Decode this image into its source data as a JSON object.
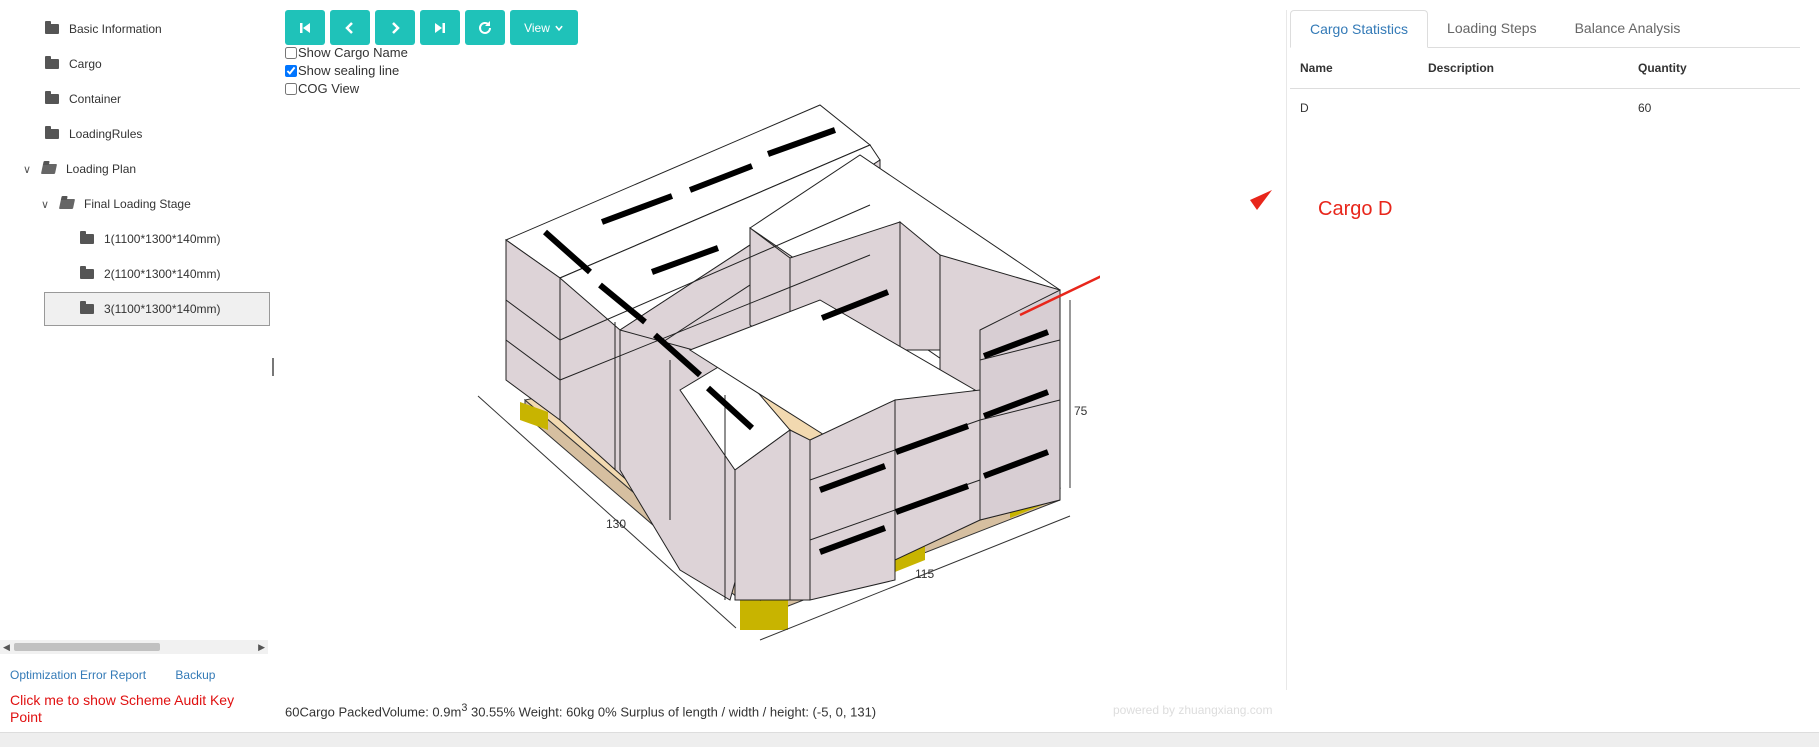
{
  "tree": {
    "items": [
      {
        "label": "Basic Information"
      },
      {
        "label": "Cargo"
      },
      {
        "label": "Container"
      },
      {
        "label": "LoadingRules"
      },
      {
        "label": "Loading Plan"
      },
      {
        "label": "Final Loading Stage"
      },
      {
        "label": "1(1100*1300*140mm)"
      },
      {
        "label": "2(1100*1300*140mm)"
      },
      {
        "label": "3(1100*1300*140mm)"
      }
    ]
  },
  "footer_links": {
    "error_report": "Optimization Error Report",
    "backup": "Backup"
  },
  "audit_link": "Click me to show Scheme Audit Key Point",
  "toolbar": {
    "view_label": "View"
  },
  "options": {
    "show_cargo_name": "Show Cargo Name",
    "show_sealing_line": "Show sealing line",
    "cog_view": "COG View"
  },
  "dimensions": {
    "length": "130",
    "width": "115",
    "height": "75"
  },
  "status": {
    "prefix": "60Cargo PackedVolume: 0.9m",
    "sup": "3",
    "rest": " 30.55% Weight: 60kg 0% Surplus of length / width / height: (-5, 0, 131)"
  },
  "powered_by": "powered by zhuangxiang.com",
  "tabs": [
    {
      "label": "Cargo Statistics"
    },
    {
      "label": "Loading Steps"
    },
    {
      "label": "Balance Analysis"
    }
  ],
  "table": {
    "headers": {
      "name": "Name",
      "description": "Description",
      "quantity": "Quantity"
    },
    "rows": [
      {
        "name": "D",
        "description": "",
        "quantity": "60"
      }
    ]
  },
  "annotation": "Cargo D",
  "colors": {
    "accent": "#1fc2b9",
    "link": "#337ab7",
    "annotation": "#e8261b",
    "box_side": "#dcd2d6",
    "pallet": "#f2d9b0",
    "pallet_block": "#c8b400"
  }
}
